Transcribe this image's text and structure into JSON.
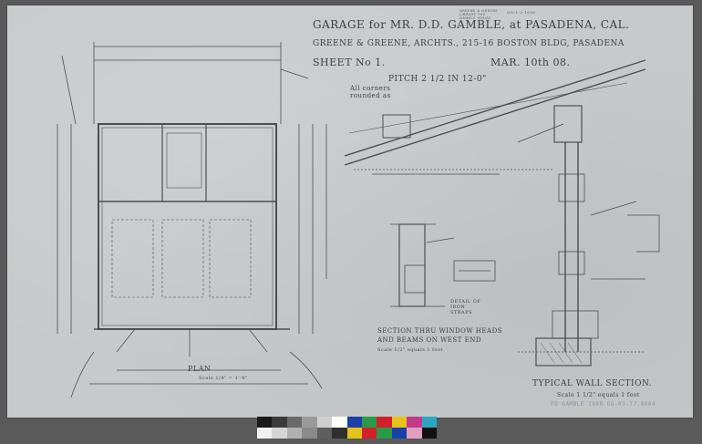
{
  "document": {
    "title": "GARAGE for MR. D.D. GAMBLE, at PASADENA, CAL.",
    "architects": "GREENE & GREENE, ARCHTS., 215-16 BOSTON BLDG, PASADENA",
    "sheet": "SHEET No 1.",
    "date": "MAR. 10th 08.",
    "pitch": "PITCH 2 1/2 IN 12-0\"",
    "corners_note": "All corners rounded as",
    "plan_label": "PLAN",
    "plan_scale": "Scale 1/4\" = 1'-0\"",
    "section_window": "SECTION THRU WINDOW HEADS AND BEAMS ON WEST END",
    "section_window_scale": "Scale 1/2\" equals 1 foot",
    "detail_label": "DETAIL OF IRON STRAPS",
    "typical_wall": "TYPICAL WALL SECTION.",
    "typical_wall_scale": "Scale 1 1/2\" equals 1 foot",
    "archive_stamp": "GREENE & GREENE LIBRARY THE GAMBLE HOUSE",
    "sheet_ref": "GG-1-2-1938",
    "archive_number": "FD GAMBLE 1908 GG-03-77.8004"
  },
  "calibration_strip": {
    "top_row": [
      "#1a1a1a",
      "#3a3a3a",
      "#6a6a6a",
      "#9a9a9a",
      "#cfcfcf",
      "#ffffff",
      "#1a3fa8",
      "#2a9a4a",
      "#d4202a",
      "#e6c21a",
      "#c43a8a",
      "#2aa6c4"
    ],
    "bottom_row": [
      "#f2f2f2",
      "#d6d6d6",
      "#b0b0b0",
      "#8a8a8a",
      "#5e5e5e",
      "#2e2e2e",
      "#e6c21a",
      "#d4202a",
      "#2a9a4a",
      "#1a3fa8",
      "#e0a0c0",
      "#101010"
    ]
  }
}
